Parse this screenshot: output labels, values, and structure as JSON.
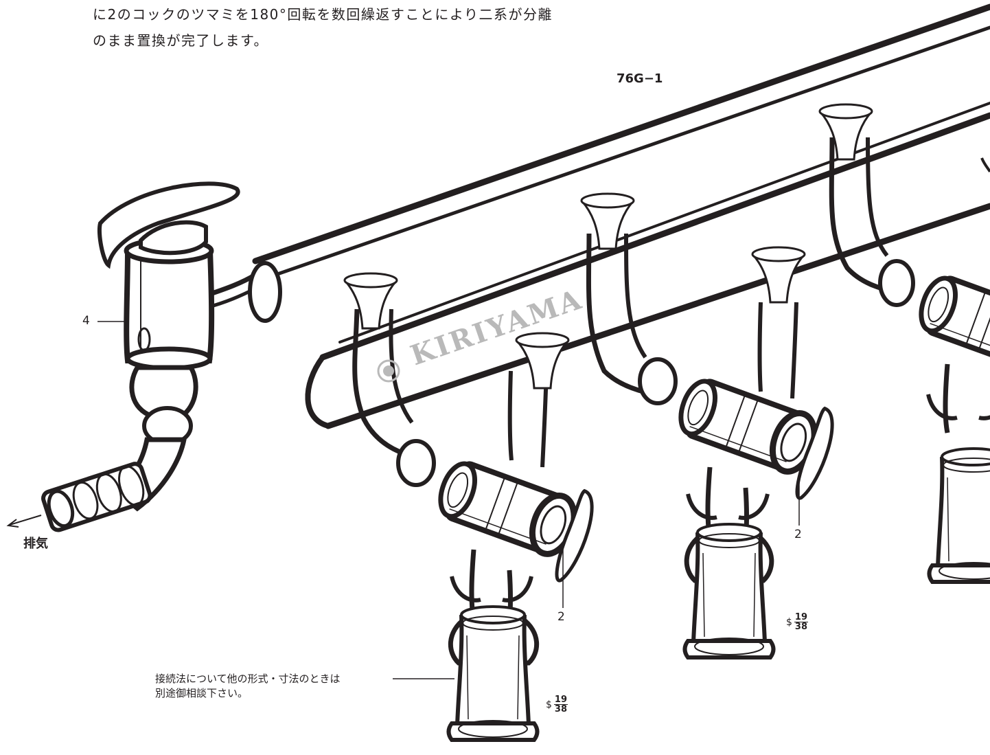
{
  "intro": {
    "line1": "に2のコックのツマミを180°回転を数回繰返すことにより二系が分離",
    "line2": "のまま置換が完了します。"
  },
  "model_label": "76G−1",
  "callouts": {
    "stopcock_main": "4",
    "stopcock_left": "2",
    "stopcock_right": "2"
  },
  "exhaust_label": "排気",
  "note": {
    "line1": "接続法について他の形式・寸法のときは",
    "line2": "別途御相談下さい。"
  },
  "joint_left": {
    "symbol": "$",
    "numerator": "19",
    "denominator": "38"
  },
  "joint_right": {
    "symbol": "$",
    "numerator": "19",
    "denominator": "38"
  },
  "watermark": "KIRIYAMA",
  "colors": {
    "ink": "#231f20",
    "watermark": "#b9b9b9"
  }
}
